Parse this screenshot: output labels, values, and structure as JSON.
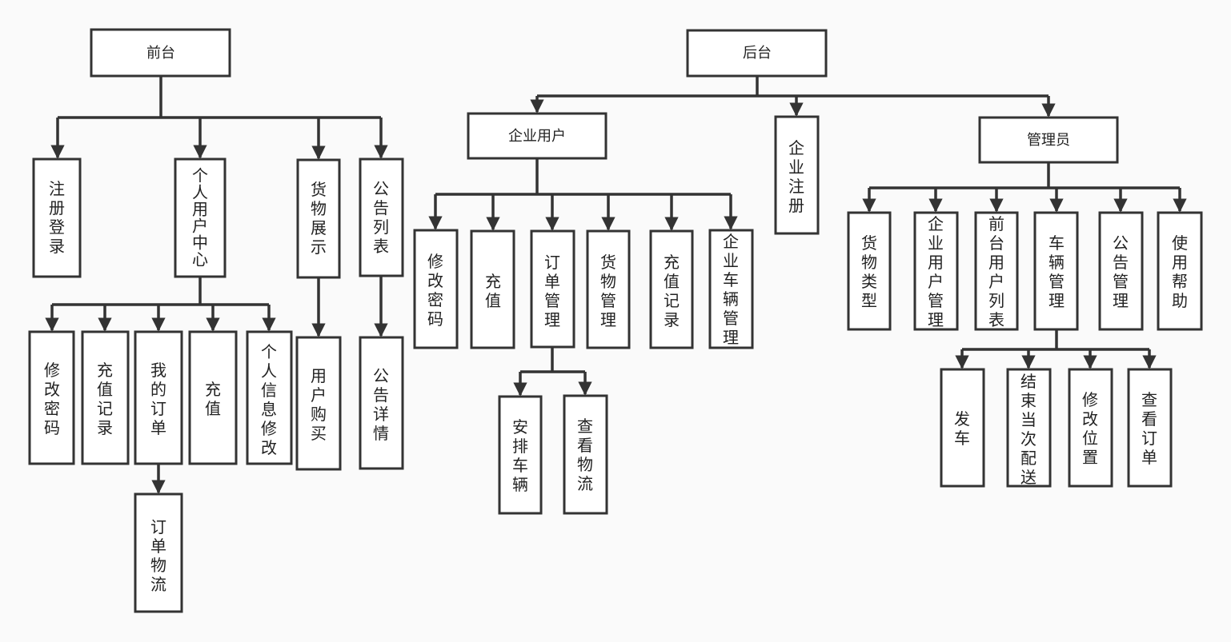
{
  "colors": {
    "background": "#fafafa",
    "stroke": "#333333",
    "box_fill": "#ffffff",
    "text": "#222222"
  },
  "nodes": {
    "qiantai": "前台",
    "zhuce": "注册登录",
    "geren": "个人用户中心",
    "huowu_zhanshi": "货物展示",
    "gonggao_liebiao": "公告列表",
    "xiugai_mima_1": "修改密码",
    "chongzhi_jilu_1": "充值记录",
    "wode_dingdan": "我的订单",
    "chongzhi_1": "充值",
    "geren_xinxi": "个人信息修改",
    "yonghu_goumai": "用户购买",
    "gonggao_xiangqing": "公告详情",
    "dingdan_wuliu": "订单物流",
    "houtai": "后台",
    "qiye_yonghu": "企业用户",
    "qiye_zhuce": "企业注册",
    "guanliyuan": "管理员",
    "xiugai_mima_2": "修改密码",
    "chongzhi_2": "充值",
    "dingdan_guanli": "订单管理",
    "huowu_guanli": "货物管理",
    "chongzhi_jilu_2": "充值记录",
    "qiye_cheliang_guanli": "企业车辆管理",
    "anpai_cheliang": "安排车辆",
    "chakan_wuliu": "查看物流",
    "huowu_leixing": "货物类型",
    "qiye_yonghu_guanli": "企业用户管理",
    "qiantai_yonghu_liebiao": "前台用户列表",
    "cheliang_guanli": "车辆管理",
    "gonggao_guanli": "公告管理",
    "shiyong_bangzhu": "使用帮助",
    "fache": "发车",
    "jieshu_peisong": "结束当次配送",
    "xiugai_weizhi": "修改位置",
    "chakan_dingdan": "查看订单"
  }
}
